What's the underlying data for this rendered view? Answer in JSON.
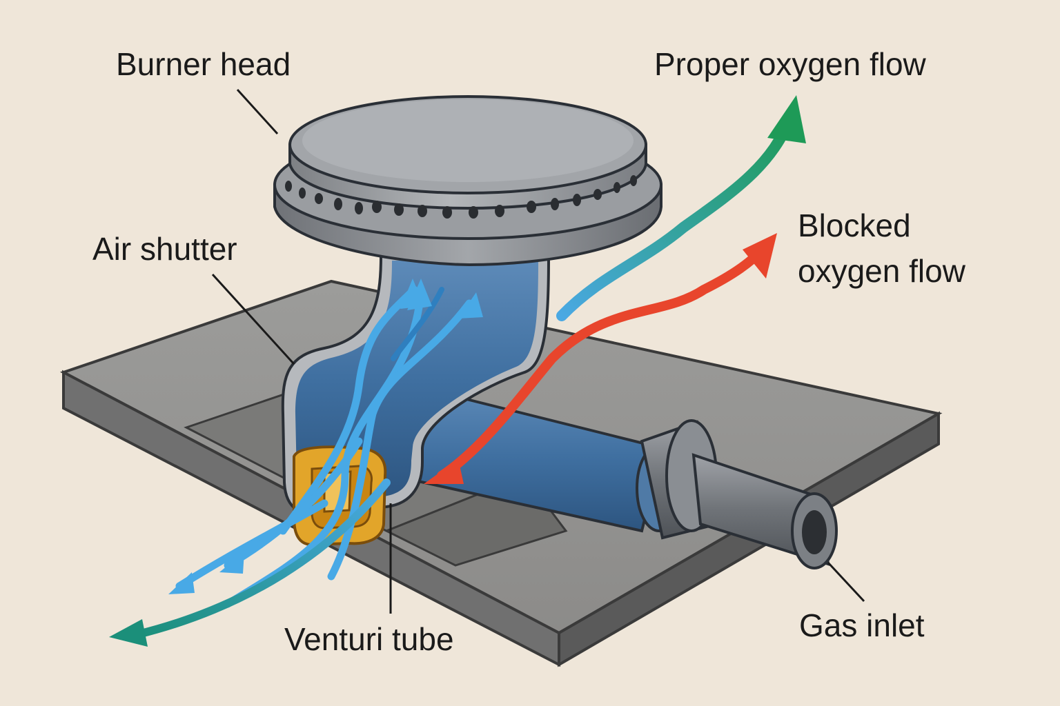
{
  "labels": {
    "burner_head": "Burner head",
    "proper_oxygen_flow": "Proper oxygen flow",
    "blocked_oxygen_flow_line1": "Blocked",
    "blocked_oxygen_flow_line2": "oxygen flow",
    "air_shutter": "Air shutter",
    "venturi_tube": "Venturi tube",
    "gas_inlet": "Gas inlet"
  },
  "colors": {
    "background": "#efe6d9",
    "metal": "#8a8b8e",
    "tube_blue": "#3f6fa0",
    "air_flow": "#48a9e6",
    "proper_flow": "#1e9a57",
    "blocked_flow": "#e8452c",
    "shutter": "#e2a52a"
  }
}
